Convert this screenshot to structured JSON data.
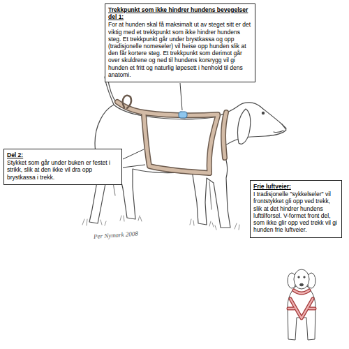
{
  "diagram": {
    "nodes": [
      {
        "text": [
          "Trekkpunkt som ikke hindrer hundens bevegelser del 1:",
          "For at hunden skal få maksimalt ut av steget sitt er det viktig med et trekkpunkt som ikke hindrer hundens steg. Et trekkpunkt går under brystkassa og opp (tradisjonelle nomeseler) vil heise opp hunden slik at den får kortere steg. Et trekkpunkt som derimot går over skuldrene og ned til hundens korsrygg vil gi hunden et fritt og naturlig løpesett i henhold til dens anatomi."
        ]
      },
      {
        "text": [
          "Del 2:",
          "Stykket som går under buken er festet i strikk, slik at den ikke vil dra opp brystkassa i trekk."
        ]
      },
      {
        "text": [
          "Frie luftveier:",
          "I tradisjonelle \"sykkelseler\" vil frontstykket gli opp ved trekk, slik at det hindrer hundens lufttilforsel. V-formet front del, som ikke glir opp ved trekk vil gi hunden frie luftveier."
        ]
      }
    ],
    "labels": [
      "Per Nymark 2008"
    ]
  }
}
